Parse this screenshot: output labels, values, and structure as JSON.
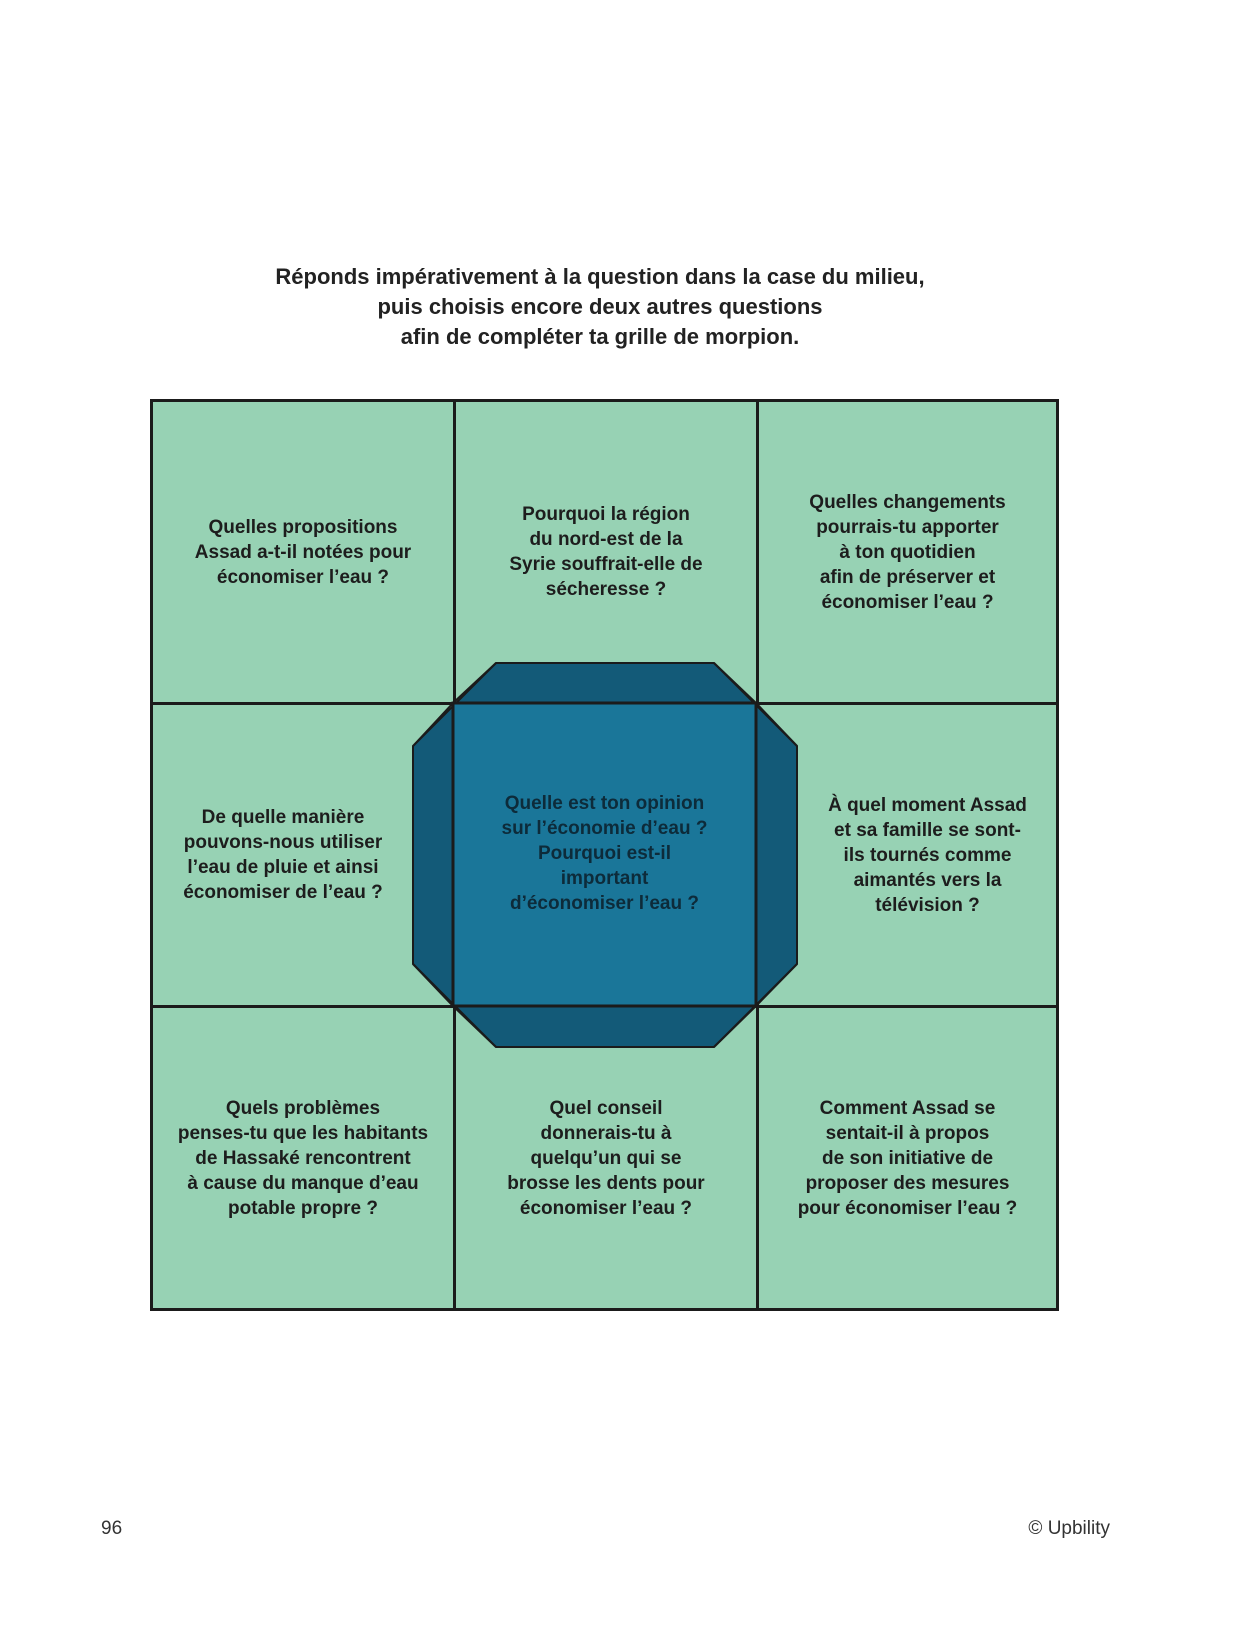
{
  "instructions": {
    "lines": [
      "Réponds impérativement à la question dans la case du milieu,",
      "puis choisis encore deux autres questions",
      "afin de compléter ta grille de morpion."
    ]
  },
  "grid": {
    "cells": [
      {
        "lines": [
          "Quelles propositions",
          "Assad a-t-il notées pour",
          "économiser l’eau ?"
        ]
      },
      {
        "lines": [
          "Pourquoi la région",
          "du nord-est de la",
          "Syrie souffrait-elle de",
          "sécheresse ?"
        ]
      },
      {
        "lines": [
          "Quelles changements",
          "pourrais-tu apporter",
          "à ton quotidien",
          "afin de préserver et",
          "économiser l’eau ?"
        ]
      },
      {
        "lines": [
          "De quelle manière",
          "pouvons-nous utiliser",
          "l’eau de pluie et ainsi",
          "économiser de l’eau ?"
        ]
      },
      {
        "lines": [
          "Quelle est ton opinion",
          "sur l’économie d’eau ?",
          "Pourquoi est-il",
          "important",
          "d’économiser l’eau ?"
        ]
      },
      {
        "lines": [
          "À quel moment Assad",
          "et sa famille se sont-",
          "ils tournés comme",
          "aimantés vers la",
          "télévision ?"
        ]
      },
      {
        "lines": [
          "Quels problèmes",
          "penses-tu que les habitants",
          "de Hassaké rencontrent",
          "à cause du manque d’eau",
          "potable propre ?"
        ]
      },
      {
        "lines": [
          "Quel conseil",
          "donnerais-tu à",
          "quelqu’un qui se",
          "brosse les dents pour",
          "économiser l’eau ?"
        ]
      },
      {
        "lines": [
          "Comment Assad se",
          "sentait-il à propos",
          "de son initiative de",
          "proposer des mesures",
          "pour économiser l’eau ?"
        ]
      }
    ]
  },
  "colors": {
    "cell_green": "#97d2b4",
    "center_blue": "#1a7699",
    "center_dark": "#135a78",
    "border": "#1b1b1b"
  },
  "footer": {
    "page_number": "96",
    "copyright": "© Upbility"
  }
}
